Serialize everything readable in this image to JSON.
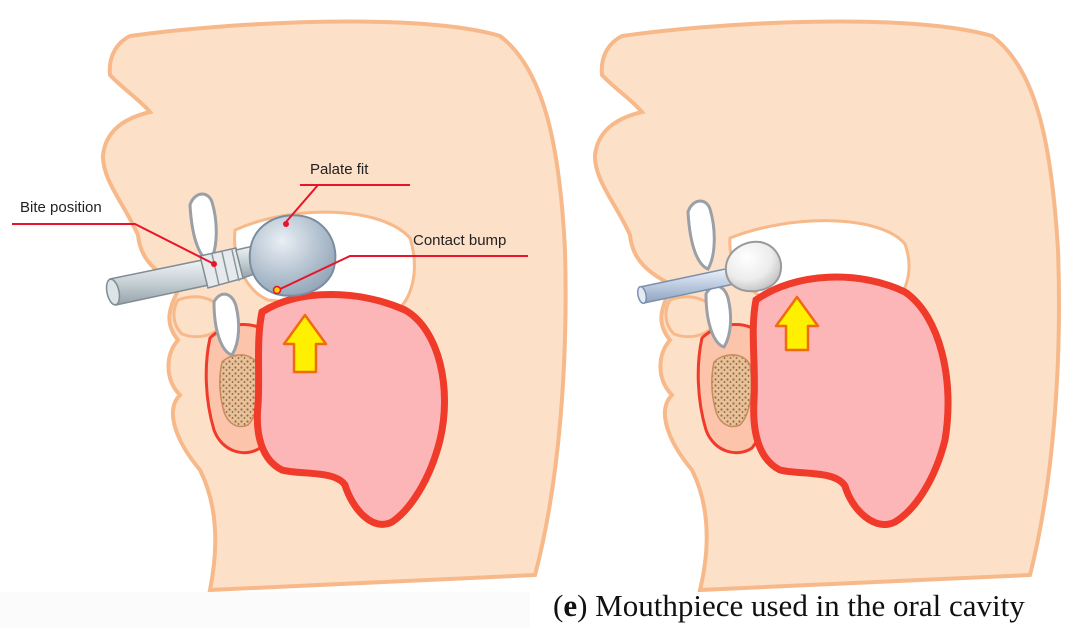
{
  "figure": {
    "left_panel": {
      "labels": {
        "palate_fit": "Palate fit",
        "bite_position": "Bite position",
        "contact_bump": "Contact bump"
      }
    },
    "caption": {
      "letter": "e",
      "text": " Mouthpiece used in the oral cavity"
    }
  },
  "colors": {
    "skin_fill": "#fde0c8",
    "skin_outline": "#f7b98a",
    "tongue_fill": "#fcb6b8",
    "tongue_outline": "#f03a2a",
    "leader_line": "#e8142a",
    "arrow_fill": "#ffef00",
    "arrow_outline": "#f06a10",
    "bulb_gray": "#b9c6d2",
    "bulb_white": "#eeeeee",
    "bone_fill": "#d8a97e"
  }
}
